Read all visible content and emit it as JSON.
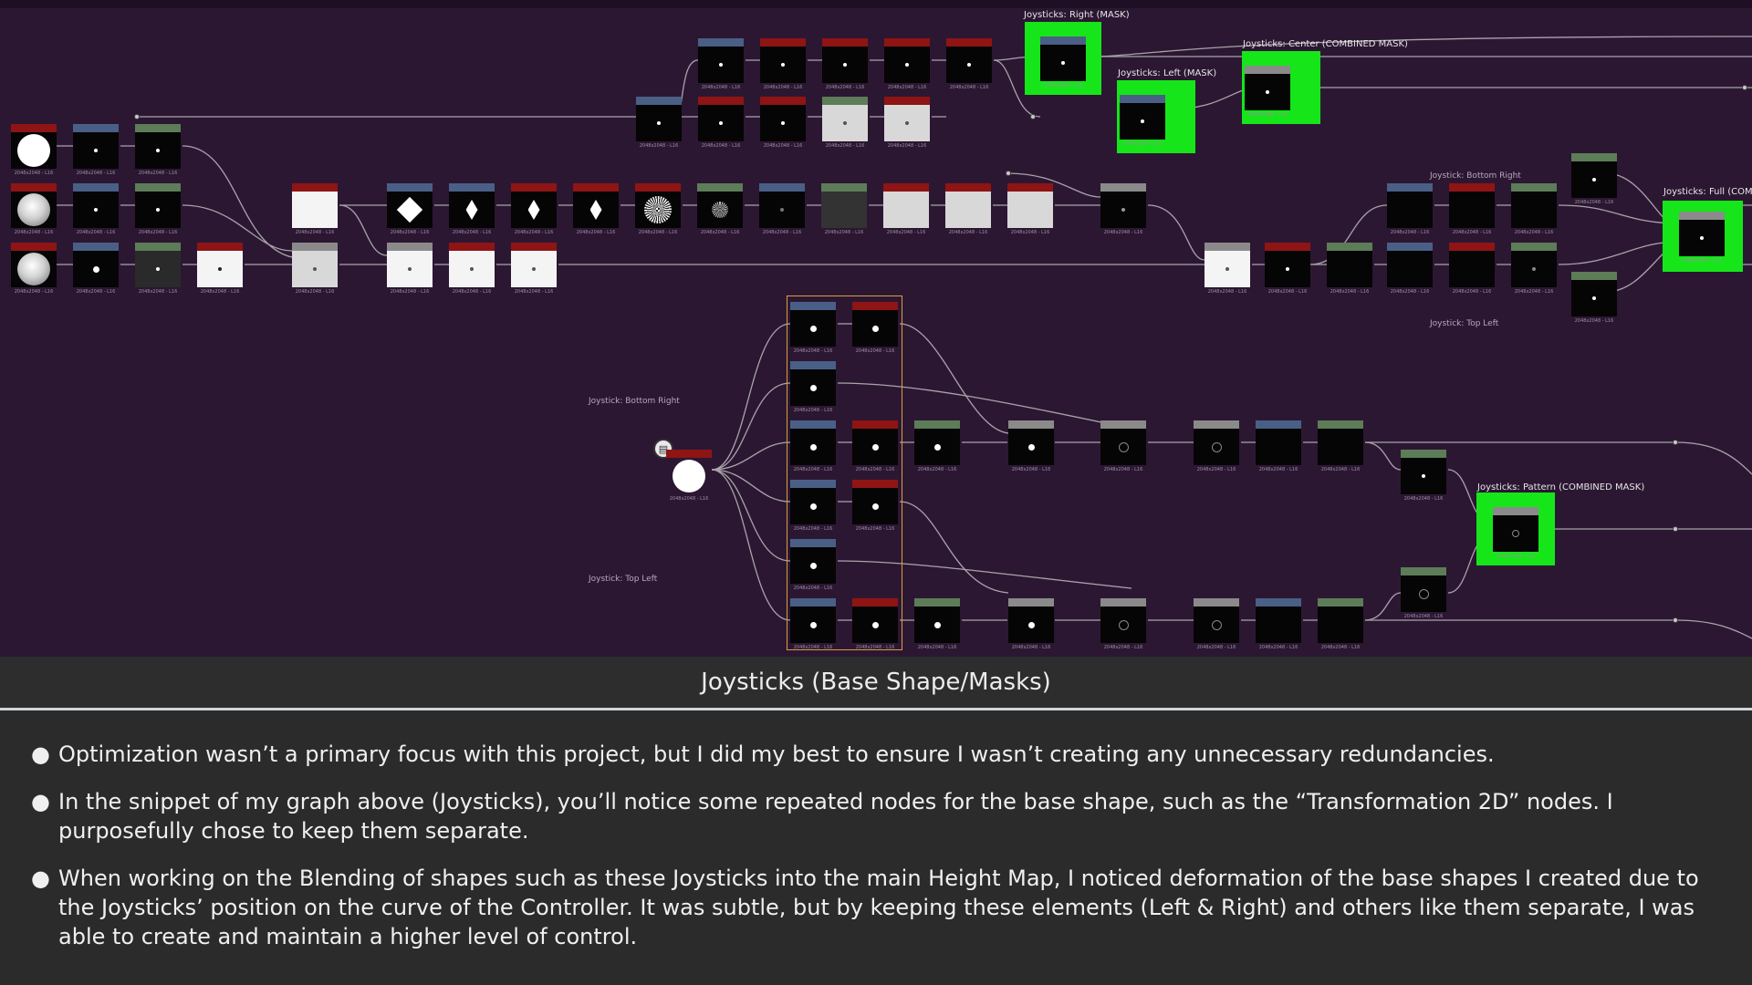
{
  "graph": {
    "node_resolution": "2048x2048 - L16",
    "frame_labels": {
      "right_mask": "Joysticks: Right (MASK)",
      "center_mask": "Joysticks: Center (COMBINED MASK)",
      "left_mask": "Joysticks: Left (MASK)",
      "full": "Joysticks: Full (COM",
      "pattern": "Joysticks: Pattern (COMBINED MASK)"
    },
    "side_labels": {
      "bottom_right_upper": "Joystick: Bottom Right",
      "top_left_upper": "Joystick: Top Left",
      "bottom_right_lower": "Joystick: Bottom Right",
      "top_left_lower": "Joystick: Top Left"
    },
    "comment_icon": "document-icon",
    "colors": {
      "graph_background": "#2c1733",
      "mask_frame": "#16e51a",
      "selection_box": "#d9a03a",
      "wire": "#bdbdbd"
    }
  },
  "caption": {
    "title": "Joysticks (Base Shape/Masks)"
  },
  "notes": {
    "bullets": [
      "Optimization wasn’t a primary focus with this project, but I did my best to ensure I wasn’t creating any unnecessary redundancies.",
      "In the snippet of my graph above (Joysticks), you’ll notice some repeated nodes for the base shape, such as the “Transformation 2D” nodes. I purposefully chose to keep them separate.",
      "When working on the Blending of shapes such as these Joysticks into the main Height Map, I noticed deformation of the base shapes I created due to the Joysticks’ position on the curve of the Controller. It was subtle, but by keeping these elements (Left & Right) and others like them separate, I was able to create and maintain a higher level of control."
    ],
    "bullet_glyph": "●"
  }
}
